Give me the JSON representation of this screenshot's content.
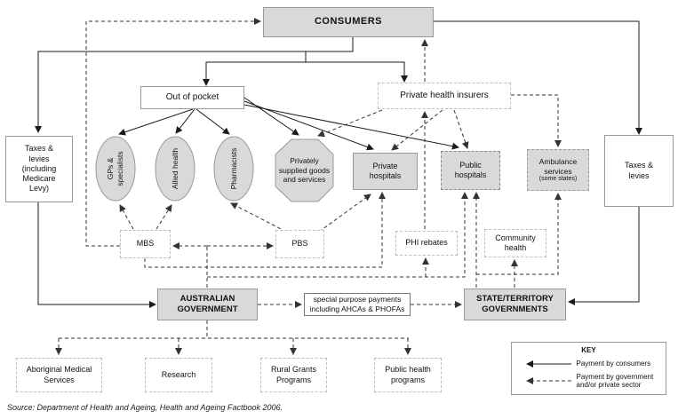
{
  "nodes": {
    "consumers": {
      "label": "CONSUMERS"
    },
    "out_of_pocket": {
      "label": "Out of pocket"
    },
    "private_health_insurers": {
      "label": "Private health insurers"
    },
    "taxes_levies_left": {
      "label": "Taxes & levies (including Medicare Levy)"
    },
    "taxes_levies_right": {
      "label": "Taxes & levies"
    },
    "gps_specialists": {
      "label": "GPs & specialists"
    },
    "allied_health": {
      "label": "Allied health"
    },
    "pharmacists": {
      "label": "Pharmacists"
    },
    "privately_supplied": {
      "label": "Privately supplied goods and services"
    },
    "private_hospitals": {
      "label": "Private hospitals"
    },
    "public_hospitals": {
      "label": "Public hospitals"
    },
    "ambulance_services": {
      "label": "Ambulance services",
      "sublabel": "(some states)"
    },
    "mbs": {
      "label": "MBS"
    },
    "pbs": {
      "label": "PBS"
    },
    "phi_rebates": {
      "label": "PHI rebates"
    },
    "community_health": {
      "label": "Community health"
    },
    "australian_government": {
      "label": "AUSTRALIAN GOVERNMENT"
    },
    "special_purpose_payments": {
      "label": "special purpose payments including AHCAs & PHOFAs"
    },
    "state_territory_governments": {
      "label": "STATE/TERRITORY GOVERNMENTS"
    },
    "aboriginal_medical_services": {
      "label": "Aboriginal Medical Services"
    },
    "research": {
      "label": "Research"
    },
    "rural_grants_programs": {
      "label": "Rural Grants Programs"
    },
    "public_health_programs": {
      "label": "Public health programs"
    }
  },
  "key": {
    "title": "KEY",
    "solid_label": "Payment by consumers",
    "dashed_label": "Payment by government and/or private sector"
  },
  "source": "Source: Department of Health and Ageing, Health and Ageing Factbook 2006.",
  "colors": {
    "node_fill": "#d9d9d9",
    "solid_line": "#1a1a1a",
    "dashed_line": "#333333"
  }
}
